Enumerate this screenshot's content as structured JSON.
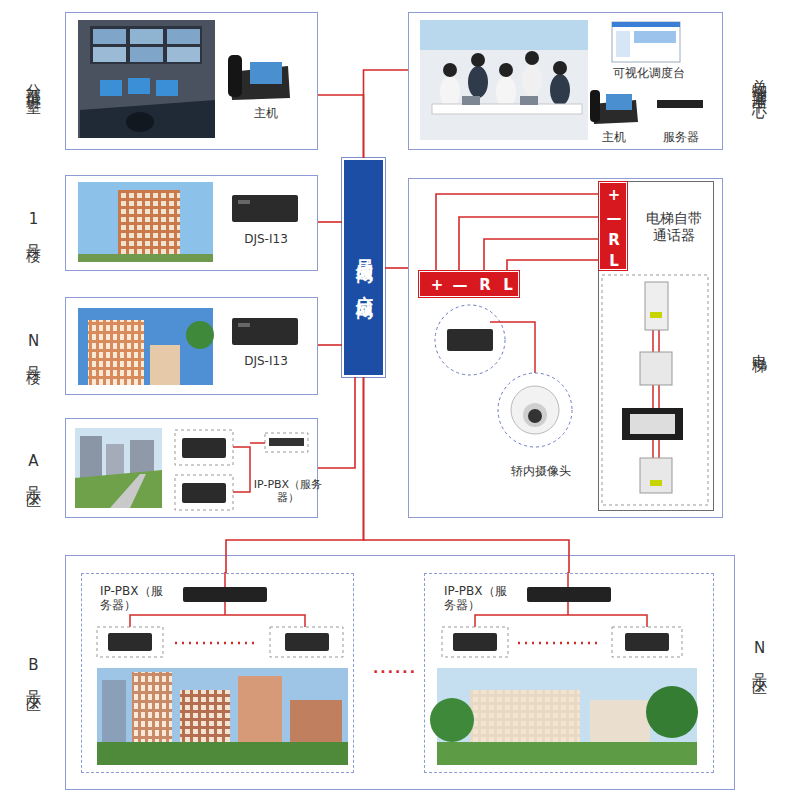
{
  "diagram": {
    "nodes": [
      {
        "text": [
          "分部值班室",
          "主机"
        ]
      },
      {
        "text": [
          "1号楼",
          "DJS-I13"
        ]
      },
      {
        "text": [
          "N号楼",
          "DJS-I13"
        ]
      },
      {
        "text": [
          "A号小区",
          "IP-PBX（服务器）"
        ]
      },
      {
        "text": [
          "局域网/广域网"
        ]
      },
      {
        "text": [
          "总物业管理中心",
          "可视化调度台",
          "主机",
          "服务器"
        ]
      },
      {
        "text": [
          "电梯",
          "轿内摄像头"
        ]
      },
      {
        "text": [
          "电梯自带通话器"
        ],
        "in": 6
      },
      {
        "text": [
          "+",
          "—",
          "R",
          "L"
        ],
        "in": 7
      },
      {
        "text": [
          "+",
          "—",
          "R",
          "L"
        ],
        "in": 6
      },
      {
        "text": [
          "B号小区",
          "N号小区"
        ]
      },
      {
        "text": [
          "IP-PBX（服务器）"
        ],
        "in": 10
      },
      {
        "text": [
          "IP-PBX（服务器）"
        ],
        "in": 10
      }
    ],
    "edges": [
      {
        "from": 4,
        "to": 0,
        "arrow": "none"
      },
      {
        "from": 4,
        "to": 5,
        "arrow": "none"
      },
      {
        "from": 4,
        "to": 1,
        "arrow": "none"
      },
      {
        "from": 4,
        "to": 2,
        "arrow": "none"
      },
      {
        "from": 4,
        "to": 3,
        "arrow": "none"
      },
      {
        "from": 4,
        "to": 6,
        "arrow": "none"
      },
      {
        "from": 4,
        "to": 11,
        "arrow": "none"
      },
      {
        "from": 4,
        "to": 12,
        "arrow": "none"
      },
      {
        "from": 9,
        "to": 8,
        "arrow": "none"
      },
      {
        "from": 9,
        "to": 8,
        "arrow": "none"
      },
      {
        "from": 9,
        "to": 8,
        "arrow": "none"
      },
      {
        "from": 9,
        "to": 8,
        "arrow": "none"
      }
    ],
    "labels": [
      "......"
    ]
  }
}
